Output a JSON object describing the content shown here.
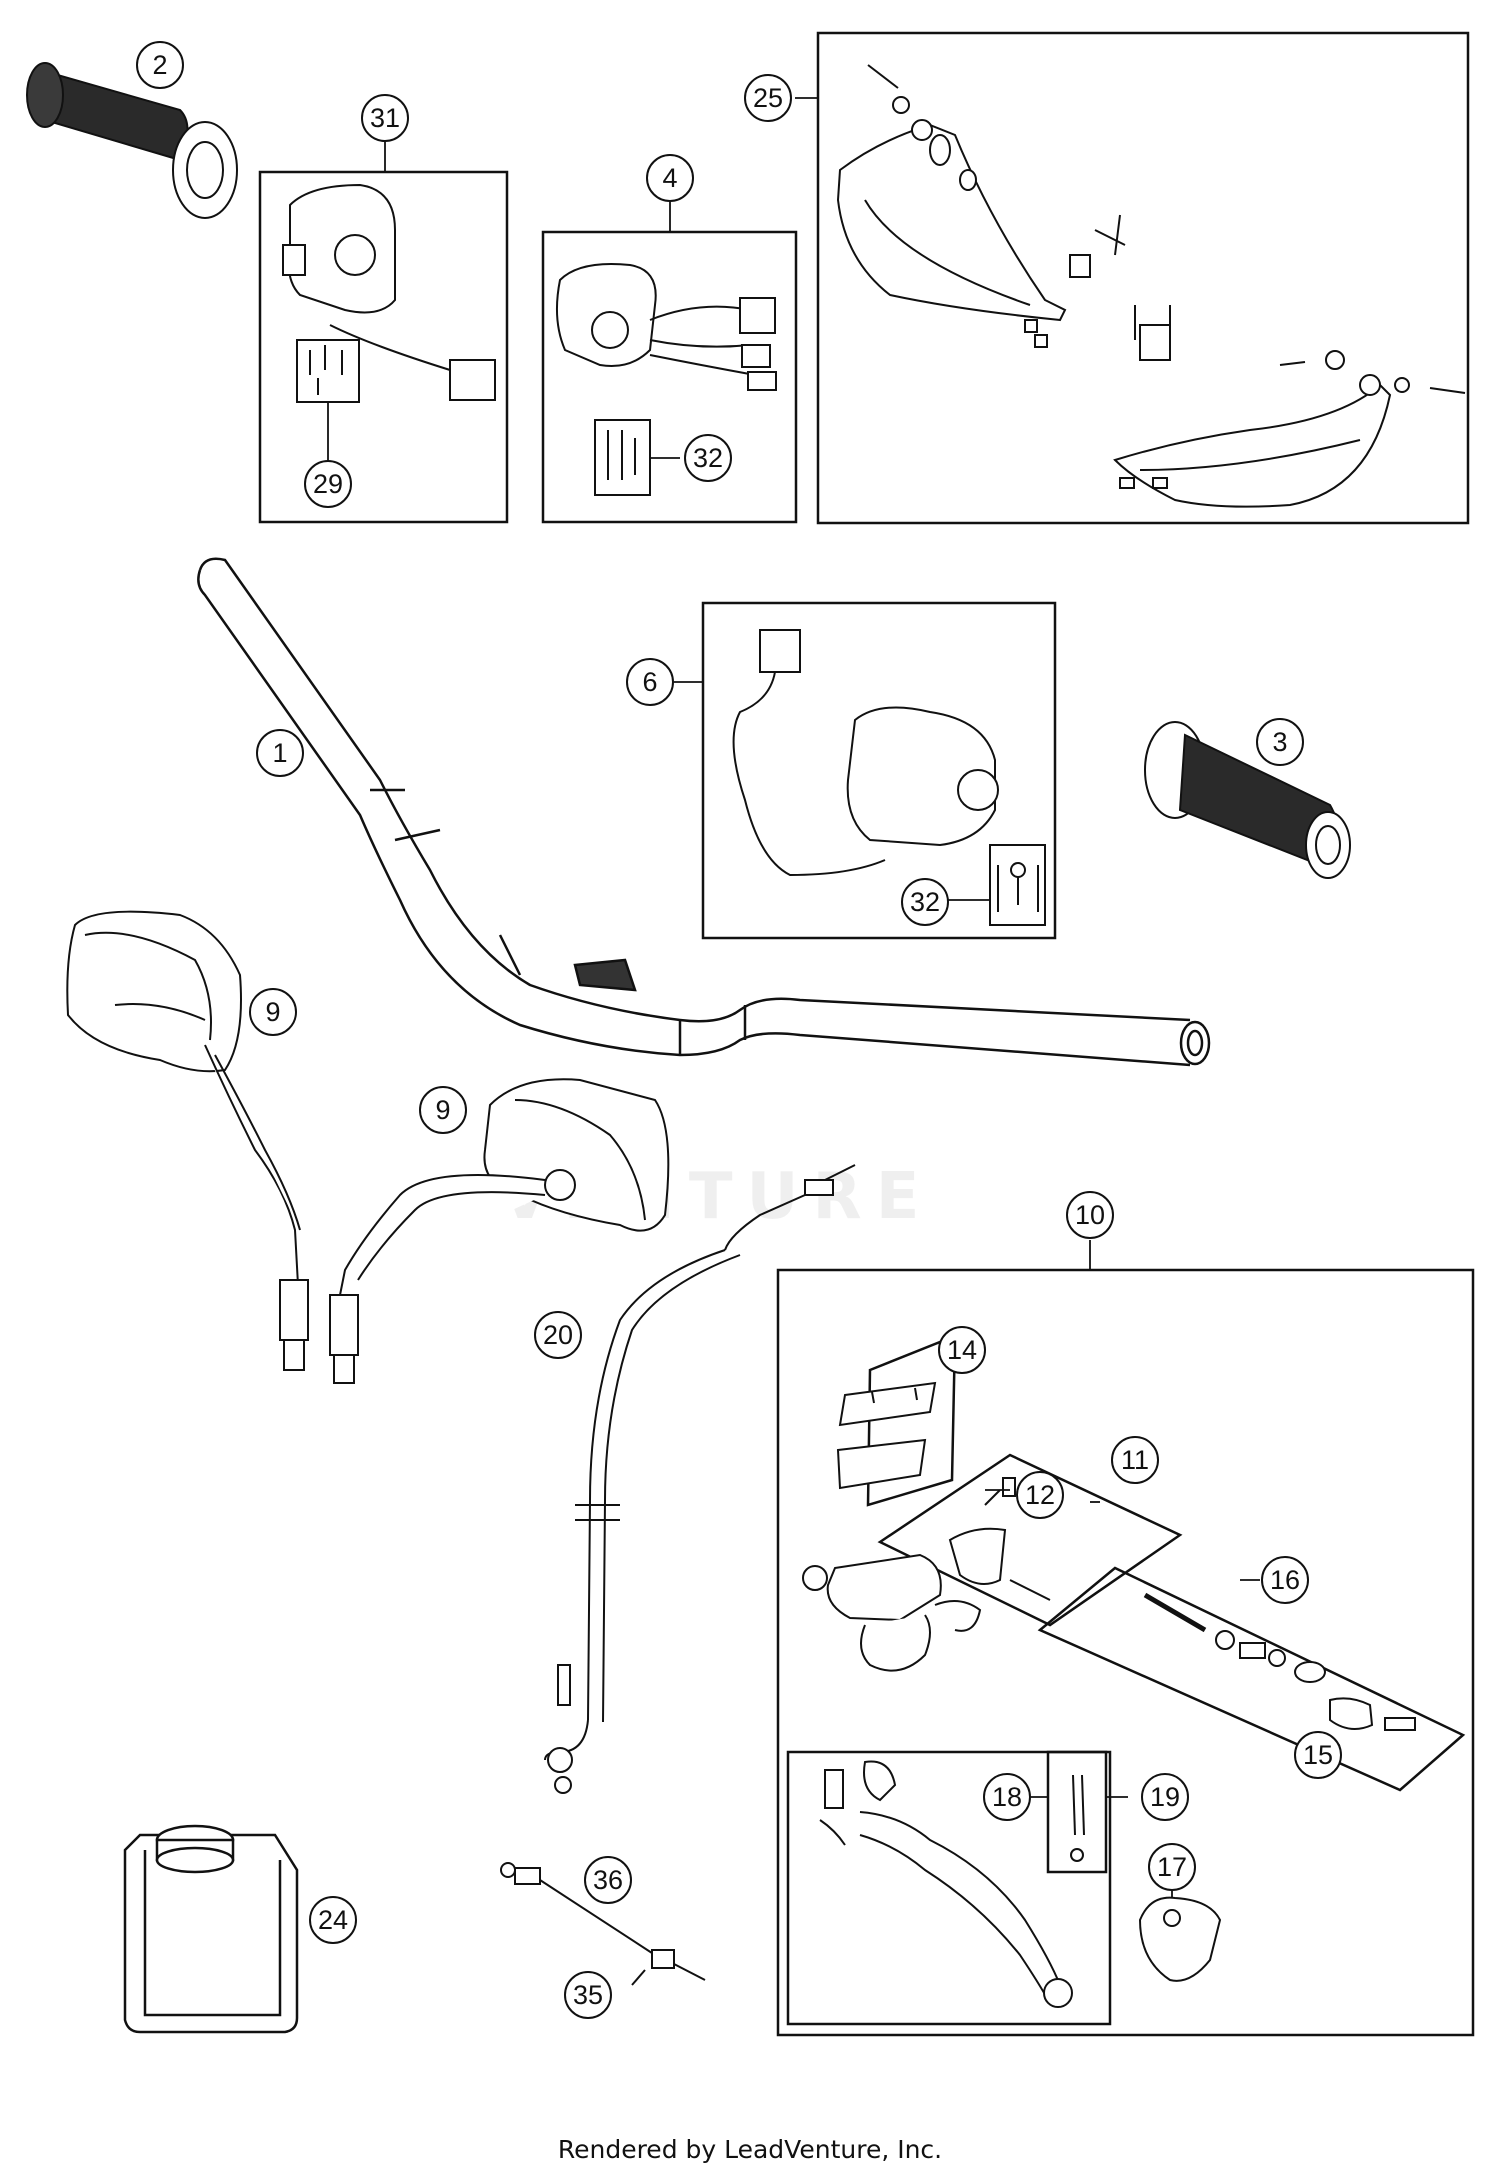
{
  "callouts": {
    "c1": "1",
    "c2": "2",
    "c3": "3",
    "c4": "4",
    "c6": "6",
    "c9a": "9",
    "c9b": "9",
    "c10": "10",
    "c11": "11",
    "c12": "12",
    "c14": "14",
    "c15": "15",
    "c16": "16",
    "c17": "17",
    "c18": "18",
    "c19": "19",
    "c20": "20",
    "c24": "24",
    "c25": "25",
    "c29": "29",
    "c31": "31",
    "c32a": "32",
    "c32b": "32",
    "c35": "35",
    "c36": "36"
  },
  "watermark": "VENTURE",
  "footer": "Rendered by LeadVenture, Inc.",
  "colors": {
    "line": "#111111",
    "grip": "#2a2a2a",
    "background": "#ffffff"
  }
}
